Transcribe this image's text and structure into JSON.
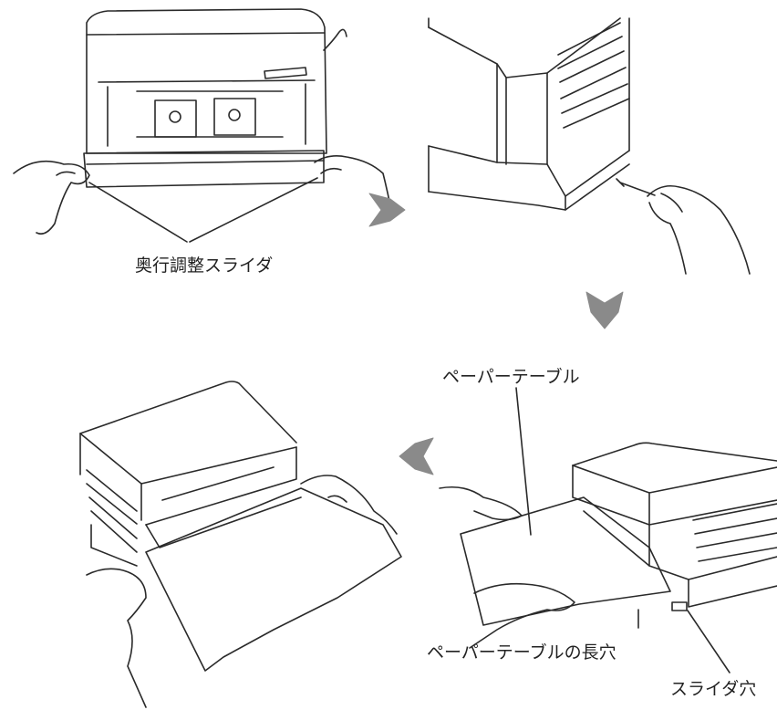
{
  "labels": {
    "depth_slider": "奥行調整スライダ",
    "paper_table": "ペーパーテーブル",
    "paper_table_slot": "ペーパーテーブルの長穴",
    "slider_hole": "スライダ穴"
  },
  "colors": {
    "line": "#2a2a2a",
    "arrow": "#8a8a8a"
  }
}
